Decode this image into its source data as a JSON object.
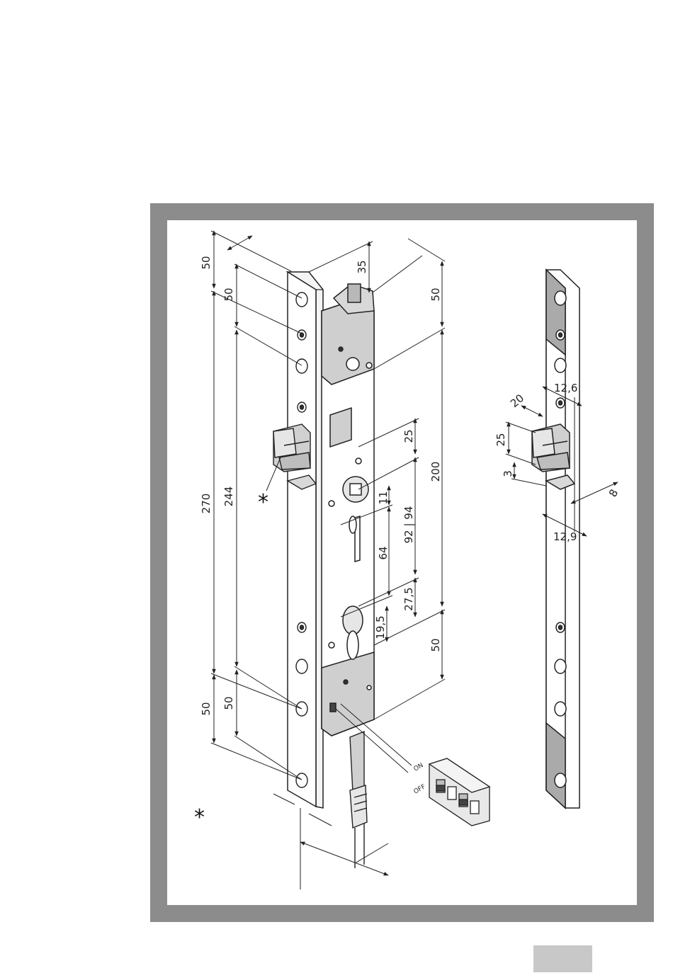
{
  "diagram": {
    "dimensions": {
      "d50_top_outer": "50",
      "d50_top_inner": "50",
      "d270": "270",
      "d244": "244",
      "d50_bottom_outer": "50",
      "d50_bottom_inner": "50",
      "d35": "35",
      "d50_right_top": "50",
      "d200": "200",
      "d50_right_bottom": "50",
      "d25": "25",
      "d11": "11",
      "d92_94": "92 | 94",
      "d64": "64",
      "d27_5": "27,5",
      "d19_5": "19,5",
      "s12_6": "12,6",
      "s20": "20",
      "s25": "25",
      "s3": "3",
      "s8": "8",
      "s12_9": "12,9"
    },
    "labels": {
      "switch_on": "ON",
      "switch_off": "OFF",
      "asterisk_marker": "*",
      "asterisk_legend": "*"
    }
  },
  "footer": {
    "page_number": ""
  },
  "colors": {
    "frame": "#8c8c8c",
    "lock_case": "#cfcfcf",
    "strike_dark": "#aaaaaa",
    "tab": "#c8c8c8"
  }
}
